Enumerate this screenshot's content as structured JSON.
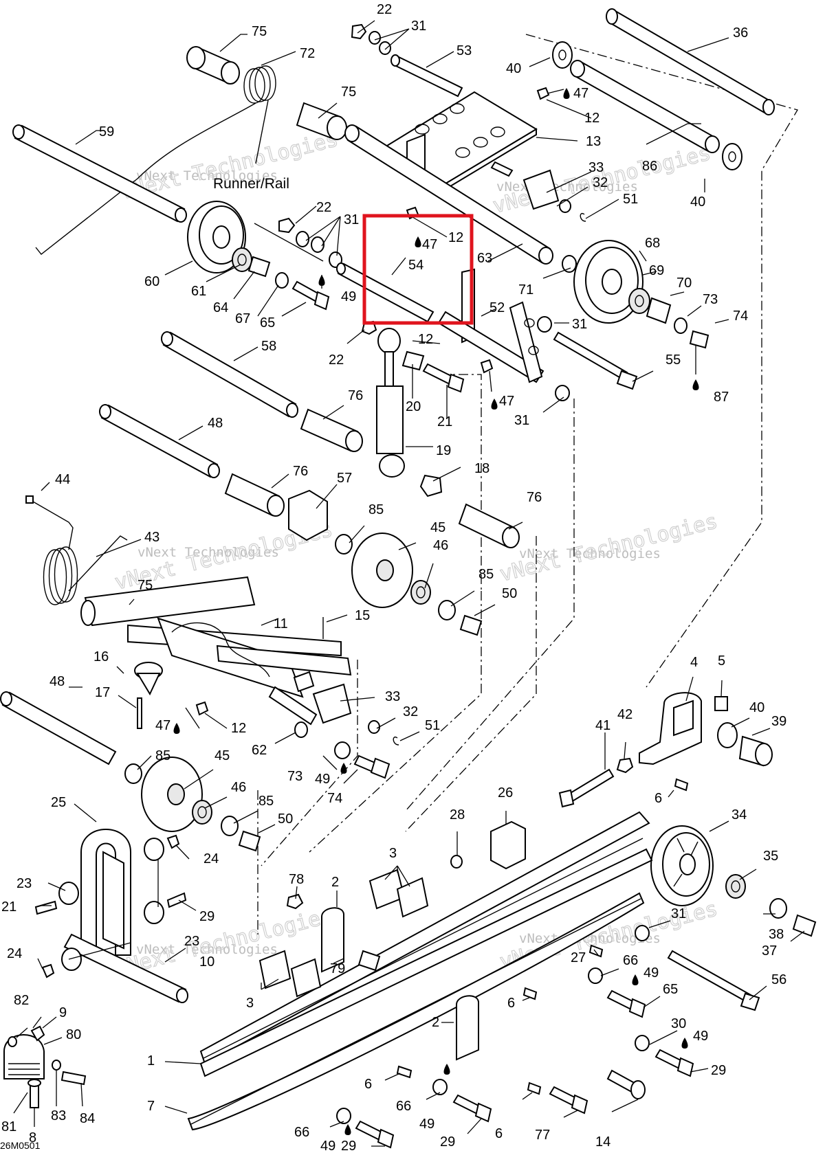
{
  "diagram": {
    "section_label": "Runner/Rail",
    "drawing_code": "26M0501",
    "watermark_small": "vNext Technologies",
    "watermark_big": "vNext Technologies",
    "highlight_color": "#e0141e",
    "callouts": {
      "c1": "1",
      "c2a": "2",
      "c2b": "2",
      "c3a": "3",
      "c3b": "3",
      "c4": "4",
      "c5": "5",
      "c6a": "6",
      "c6b": "6",
      "c6c": "6",
      "c6d": "6",
      "c7": "7",
      "c8": "8",
      "c9": "9",
      "c10": "10",
      "c11": "11",
      "c12a": "12",
      "c12b": "12",
      "c12c": "12",
      "c12d": "12",
      "c13": "13",
      "c14": "14",
      "c15": "15",
      "c16": "16",
      "c17": "17",
      "c18": "18",
      "c19": "19",
      "c20": "20",
      "c21a": "21",
      "c21b": "21",
      "c22a": "22",
      "c22b": "22",
      "c22c": "22",
      "c23a": "23",
      "c23b": "23",
      "c24a": "24",
      "c24b": "24",
      "c25": "25",
      "c26": "26",
      "c27": "27",
      "c28": "28",
      "c29a": "29",
      "c29b": "29",
      "c29c": "29",
      "c29d": "29",
      "c30": "30",
      "c31a": "31",
      "c31b": "31",
      "c31c": "31",
      "c31d": "31",
      "c31e": "31",
      "c32a": "32",
      "c32b": "32",
      "c33a": "33",
      "c33b": "33",
      "c34": "34",
      "c35": "35",
      "c36": "36",
      "c37": "37",
      "c38": "38",
      "c39": "39",
      "c40a": "40",
      "c40b": "40",
      "c40c": "40",
      "c41": "41",
      "c42": "42",
      "c43": "43",
      "c44": "44",
      "c45a": "45",
      "c45b": "45",
      "c46a": "46",
      "c46b": "46",
      "c47a": "47",
      "c47b": "47",
      "c47c": "47",
      "c47d": "47",
      "c48a": "48",
      "c48b": "48",
      "c49a": "49",
      "c49b": "49",
      "c49c": "49",
      "c49d": "49",
      "c49e": "49",
      "c49f": "49",
      "c50a": "50",
      "c50b": "50",
      "c51a": "51",
      "c51b": "51",
      "c52": "52",
      "c53": "53",
      "c54": "54",
      "c55": "55",
      "c56": "56",
      "c57": "57",
      "c58": "58",
      "c59": "59",
      "c60": "60",
      "c61": "61",
      "c62": "62",
      "c63": "63",
      "c64": "64",
      "c65a": "65",
      "c65b": "65",
      "c66a": "66",
      "c66b": "66",
      "c66c": "66",
      "c67": "67",
      "c68": "68",
      "c69": "69",
      "c70": "70",
      "c71": "71",
      "c72": "72",
      "c73a": "73",
      "c73b": "73",
      "c74a": "74",
      "c74b": "74",
      "c75a": "75",
      "c75b": "75",
      "c75c": "75",
      "c76a": "76",
      "c76b": "76",
      "c76c": "76",
      "c77": "77",
      "c78": "78",
      "c79": "79",
      "c80": "80",
      "c81": "81",
      "c82": "82",
      "c83": "83",
      "c84": "84",
      "c85a": "85",
      "c85b": "85",
      "c85c": "85",
      "c85d": "85",
      "c86": "86",
      "c87": "87"
    }
  }
}
